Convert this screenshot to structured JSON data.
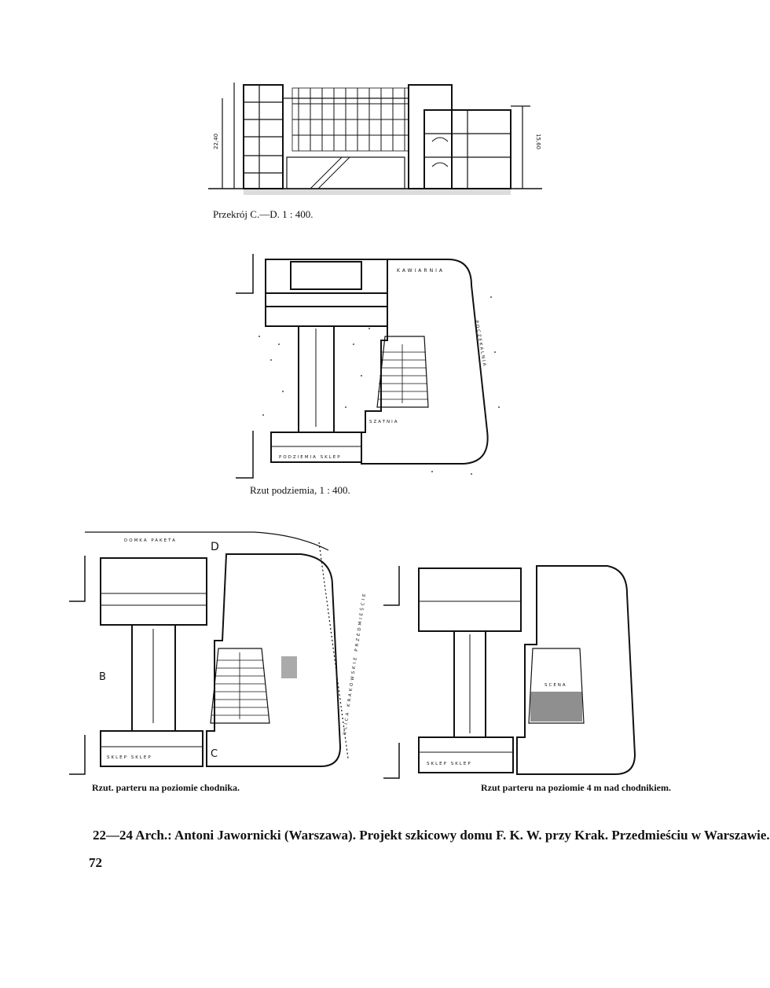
{
  "page": {
    "section_caption": "Przekrój C.—D. 1 : 400.",
    "basement_caption": "Rzut podziemia, 1 : 400.",
    "ground_caption": "Rzut. parteru na poziomie chodnika.",
    "upper_caption": "Rzut parteru na poziomie 4 m nad chodnikiem.",
    "main_caption": "22—24  Arch.: Antoni Jawornicki (Warszawa). Projekt szkicowy domu F. K. W. przy Krak. Przedmieściu w Warszawie.",
    "page_number": "72"
  },
  "plan_labels": {
    "basement_top": "KAWIARNIA",
    "basement_bottom": "PODZIEMIA  SKLEP",
    "basement_right": "POCZEKALNIA",
    "basement_mid": "SZATNIA",
    "ground_top": "DOMKA PAKETA",
    "ground_street": "ULICA KRAKOWSKIE PRZEDMIEŚCIE",
    "ground_bottom": "SKLEP  SKLEP",
    "upper_bottom": "SKLEP  SKLEP",
    "upper_mid": "SCENA",
    "marker_d": "D",
    "marker_b": "B",
    "marker_c": "C",
    "dim_total": "22,40",
    "dim_right": "15,60"
  }
}
